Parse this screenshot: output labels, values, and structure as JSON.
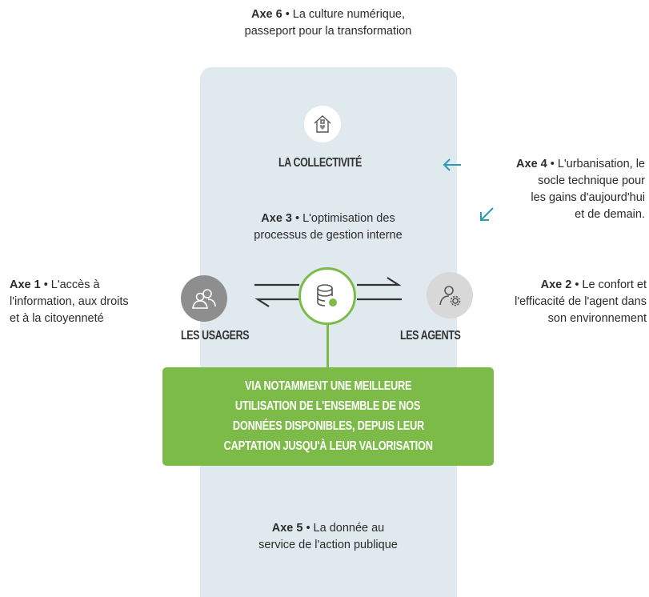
{
  "axe6": {
    "label": "Axe 6",
    "sep": "•",
    "line1": "La culture numérique,",
    "line2": "passeport pour la transformation"
  },
  "collectivite": {
    "title": "LA COLLECTIVITÉ",
    "icon": "house-heart-icon"
  },
  "axe4": {
    "label": "Axe 4",
    "sep": "•",
    "line1": "L'urbanisation, le",
    "line2": "socle technique pour",
    "line3": "les gains d'aujourd'hui",
    "line4": "et de demain."
  },
  "axe3": {
    "label": "Axe 3",
    "sep": "•",
    "line1": "L'optimisation des",
    "line2": "processus de gestion interne"
  },
  "axe1": {
    "label": "Axe 1",
    "sep": "•",
    "line1": "L'accès à",
    "line2": "l'information, aux droits",
    "line3": "et à la citoyenneté"
  },
  "axe2": {
    "label": "Axe 2",
    "sep": "•",
    "line1": "Le confort et",
    "line2": "l'efficacité de l'agent dans",
    "line3": "son environnement"
  },
  "usagers": {
    "title": "LES USAGERS",
    "icon": "users-icon"
  },
  "agents": {
    "title": "LES AGENTS",
    "icon": "agent-gear-icon"
  },
  "center": {
    "icon": "database-icon"
  },
  "banner": {
    "line1": "VIA NOTAMMENT UNE MEILLEURE",
    "line2": "UTILISATION DE L'ENSEMBLE DE NOS",
    "line3": "DONNÉES DISPONIBLES, DEPUIS LEUR",
    "line4": "CAPTATION JUSQU'À LEUR VALORISATION"
  },
  "axe5": {
    "label": "Axe 5",
    "sep": "•",
    "line1": "La donnée au",
    "line2": "service de l'action publique"
  },
  "colors": {
    "panel": "#dfe9ee",
    "green": "#7dbb48",
    "teal_arrow": "#2a9bb0",
    "grey_circle": "#8e8e8e"
  }
}
